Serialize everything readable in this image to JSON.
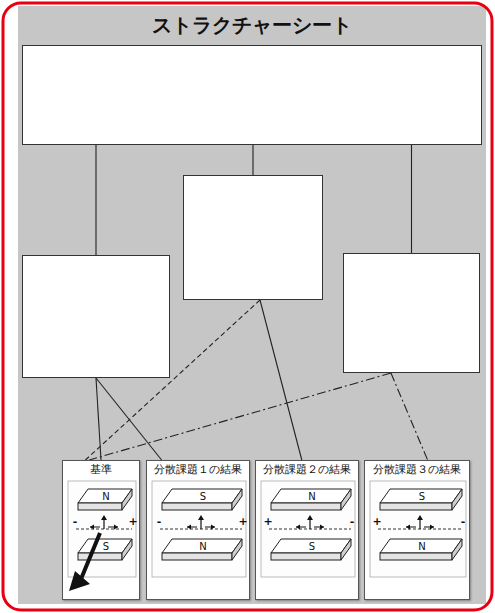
{
  "diagram": {
    "title": "ストラクチャーシート",
    "nodes": [
      {
        "text": []
      },
      {
        "text": []
      },
      {
        "text": []
      },
      {
        "text": []
      },
      {
        "text": [
          "基準"
        ]
      },
      {
        "text": [
          "分散課題１の結果"
        ]
      },
      {
        "text": [
          "分散課題２の結果"
        ]
      },
      {
        "text": [
          "分散課題３の結果"
        ]
      }
    ],
    "edges": [
      {
        "from": 0,
        "to": 1,
        "arrow": "none"
      },
      {
        "from": 0,
        "to": 2,
        "arrow": "none"
      },
      {
        "from": 0,
        "to": 3,
        "arrow": "none"
      },
      {
        "from": 1,
        "to": 4,
        "arrow": "none"
      },
      {
        "from": 1,
        "to": 5,
        "arrow": "none"
      },
      {
        "from": 2,
        "to": 4,
        "arrow": "none"
      },
      {
        "from": 2,
        "to": 6,
        "arrow": "none"
      },
      {
        "from": 3,
        "to": 4,
        "arrow": "none"
      },
      {
        "from": 3,
        "to": 7,
        "arrow": "none"
      }
    ],
    "labels": [
      "N",
      "-",
      "+",
      "S",
      "S",
      "-",
      "+",
      "N",
      "N",
      "+",
      "-",
      "S",
      "S",
      "+",
      "-",
      "N"
    ]
  }
}
